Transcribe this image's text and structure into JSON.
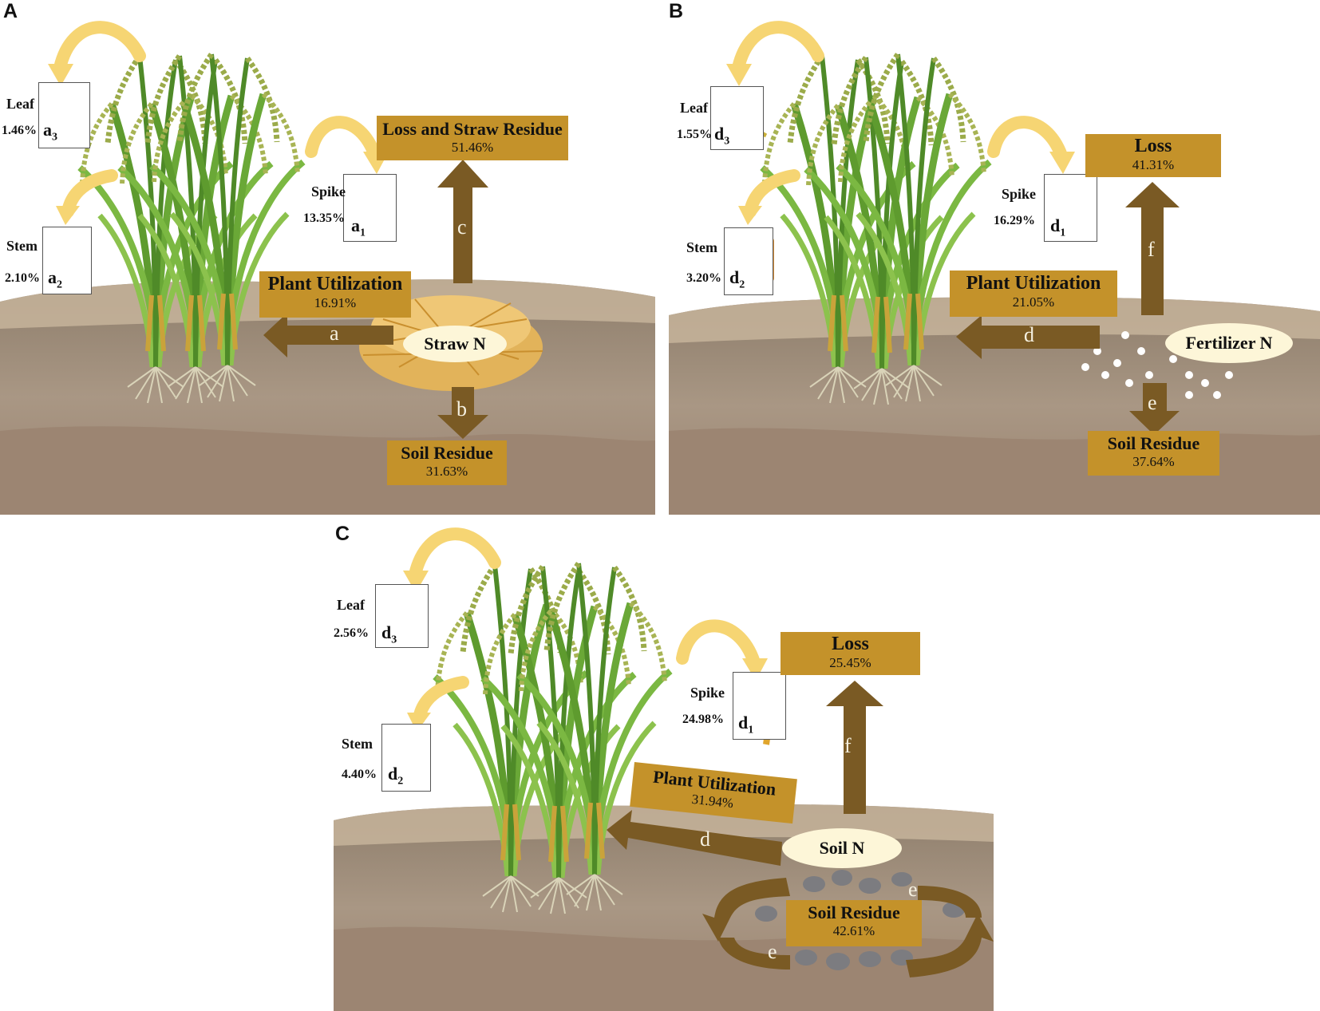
{
  "panels": {
    "A": {
      "label": "A",
      "leaf": {
        "label": "Leaf",
        "pct": "1.46%",
        "code": "a",
        "sub": "3"
      },
      "stem": {
        "label": "Stem",
        "pct": "2.10%",
        "code": "a",
        "sub": "2"
      },
      "spike": {
        "label": "Spike",
        "pct": "13.35%",
        "code": "a",
        "sub": "1"
      },
      "top_box": {
        "title": "Loss and Straw Residue",
        "value": "51.46%"
      },
      "plant_box": {
        "title": "Plant Utilization",
        "value": "16.91%"
      },
      "soil_box": {
        "title": "Soil Residue",
        "value": "31.63%"
      },
      "source": "Straw N",
      "arrows": {
        "left": "a",
        "down": "b",
        "up": "c"
      }
    },
    "B": {
      "label": "B",
      "leaf": {
        "label": "Leaf",
        "pct": "1.55%",
        "code": "d",
        "sub": "3"
      },
      "stem": {
        "label": "Stem",
        "pct": "3.20%",
        "code": "d",
        "sub": "2"
      },
      "spike": {
        "label": "Spike",
        "pct": "16.29%",
        "code": "d",
        "sub": "1"
      },
      "top_box": {
        "title": "Loss",
        "value": "41.31%"
      },
      "plant_box": {
        "title": "Plant Utilization",
        "value": "21.05%"
      },
      "soil_box": {
        "title": "Soil Residue",
        "value": "37.64%"
      },
      "source": "Fertilizer N",
      "arrows": {
        "left": "d",
        "down": "e",
        "up": "f"
      }
    },
    "C": {
      "label": "C",
      "leaf": {
        "label": "Leaf",
        "pct": "2.56%",
        "code": "d",
        "sub": "3"
      },
      "stem": {
        "label": "Stem",
        "pct": "4.40%",
        "code": "d",
        "sub": "2"
      },
      "spike": {
        "label": "Spike",
        "pct": "24.98%",
        "code": "d",
        "sub": "1"
      },
      "top_box": {
        "title": "Loss",
        "value": "25.45%"
      },
      "plant_box": {
        "title": "Plant Utilization",
        "value": "31.94%"
      },
      "soil_box": {
        "title": "Soil Residue",
        "value": "42.61%"
      },
      "source": "Soil N",
      "arrows": {
        "left": "d",
        "cycle_right": "e",
        "cycle_left": "e",
        "up": "f"
      }
    }
  },
  "colors": {
    "box": "#c4922a",
    "arrow": "#7a5a24",
    "soil_top": "#8a7a6a",
    "soil_mid": "#ad9c86",
    "soil_deep": "#9a8472",
    "crust": "#c9b69e",
    "ellipse": "#fdf6d8",
    "curve_arrow": "#f6d573"
  }
}
